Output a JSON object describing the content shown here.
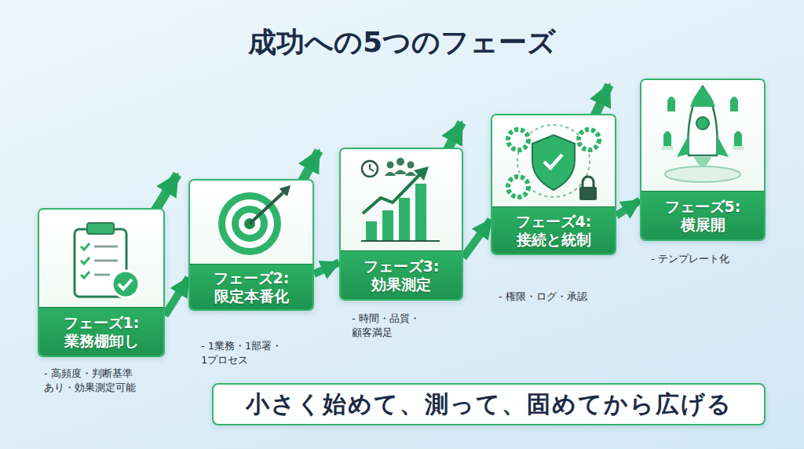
{
  "diagram": {
    "title": "成功への5つのフェーズ",
    "nodes": [
      {
        "text": [
          "フェーズ1: 業務棚卸し",
          "- 高頻度・判断基準 あり・効果測定可能"
        ]
      },
      {
        "text": [
          "フェーズ2: 限定本番化",
          "- 1業務・1部署・ 1プロセス"
        ]
      },
      {
        "text": [
          "フェーズ3: 効果測定",
          "- 時間・品質・ 顧客満足"
        ]
      },
      {
        "text": [
          "フェーズ4: 接続と統制",
          "- 権限・ログ・承認"
        ]
      },
      {
        "text": [
          "フェーズ5: 横展開",
          "- テンプレート化"
        ]
      },
      {
        "text": [
          "小さく始めて、測って、固めてから広げる"
        ]
      }
    ],
    "edges": [
      {
        "from": 0,
        "to": 1,
        "arrow": "to"
      },
      {
        "from": 1,
        "to": 2,
        "arrow": "to"
      },
      {
        "from": 2,
        "to": 3,
        "arrow": "to"
      },
      {
        "from": 3,
        "to": 4,
        "arrow": "to"
      }
    ]
  }
}
